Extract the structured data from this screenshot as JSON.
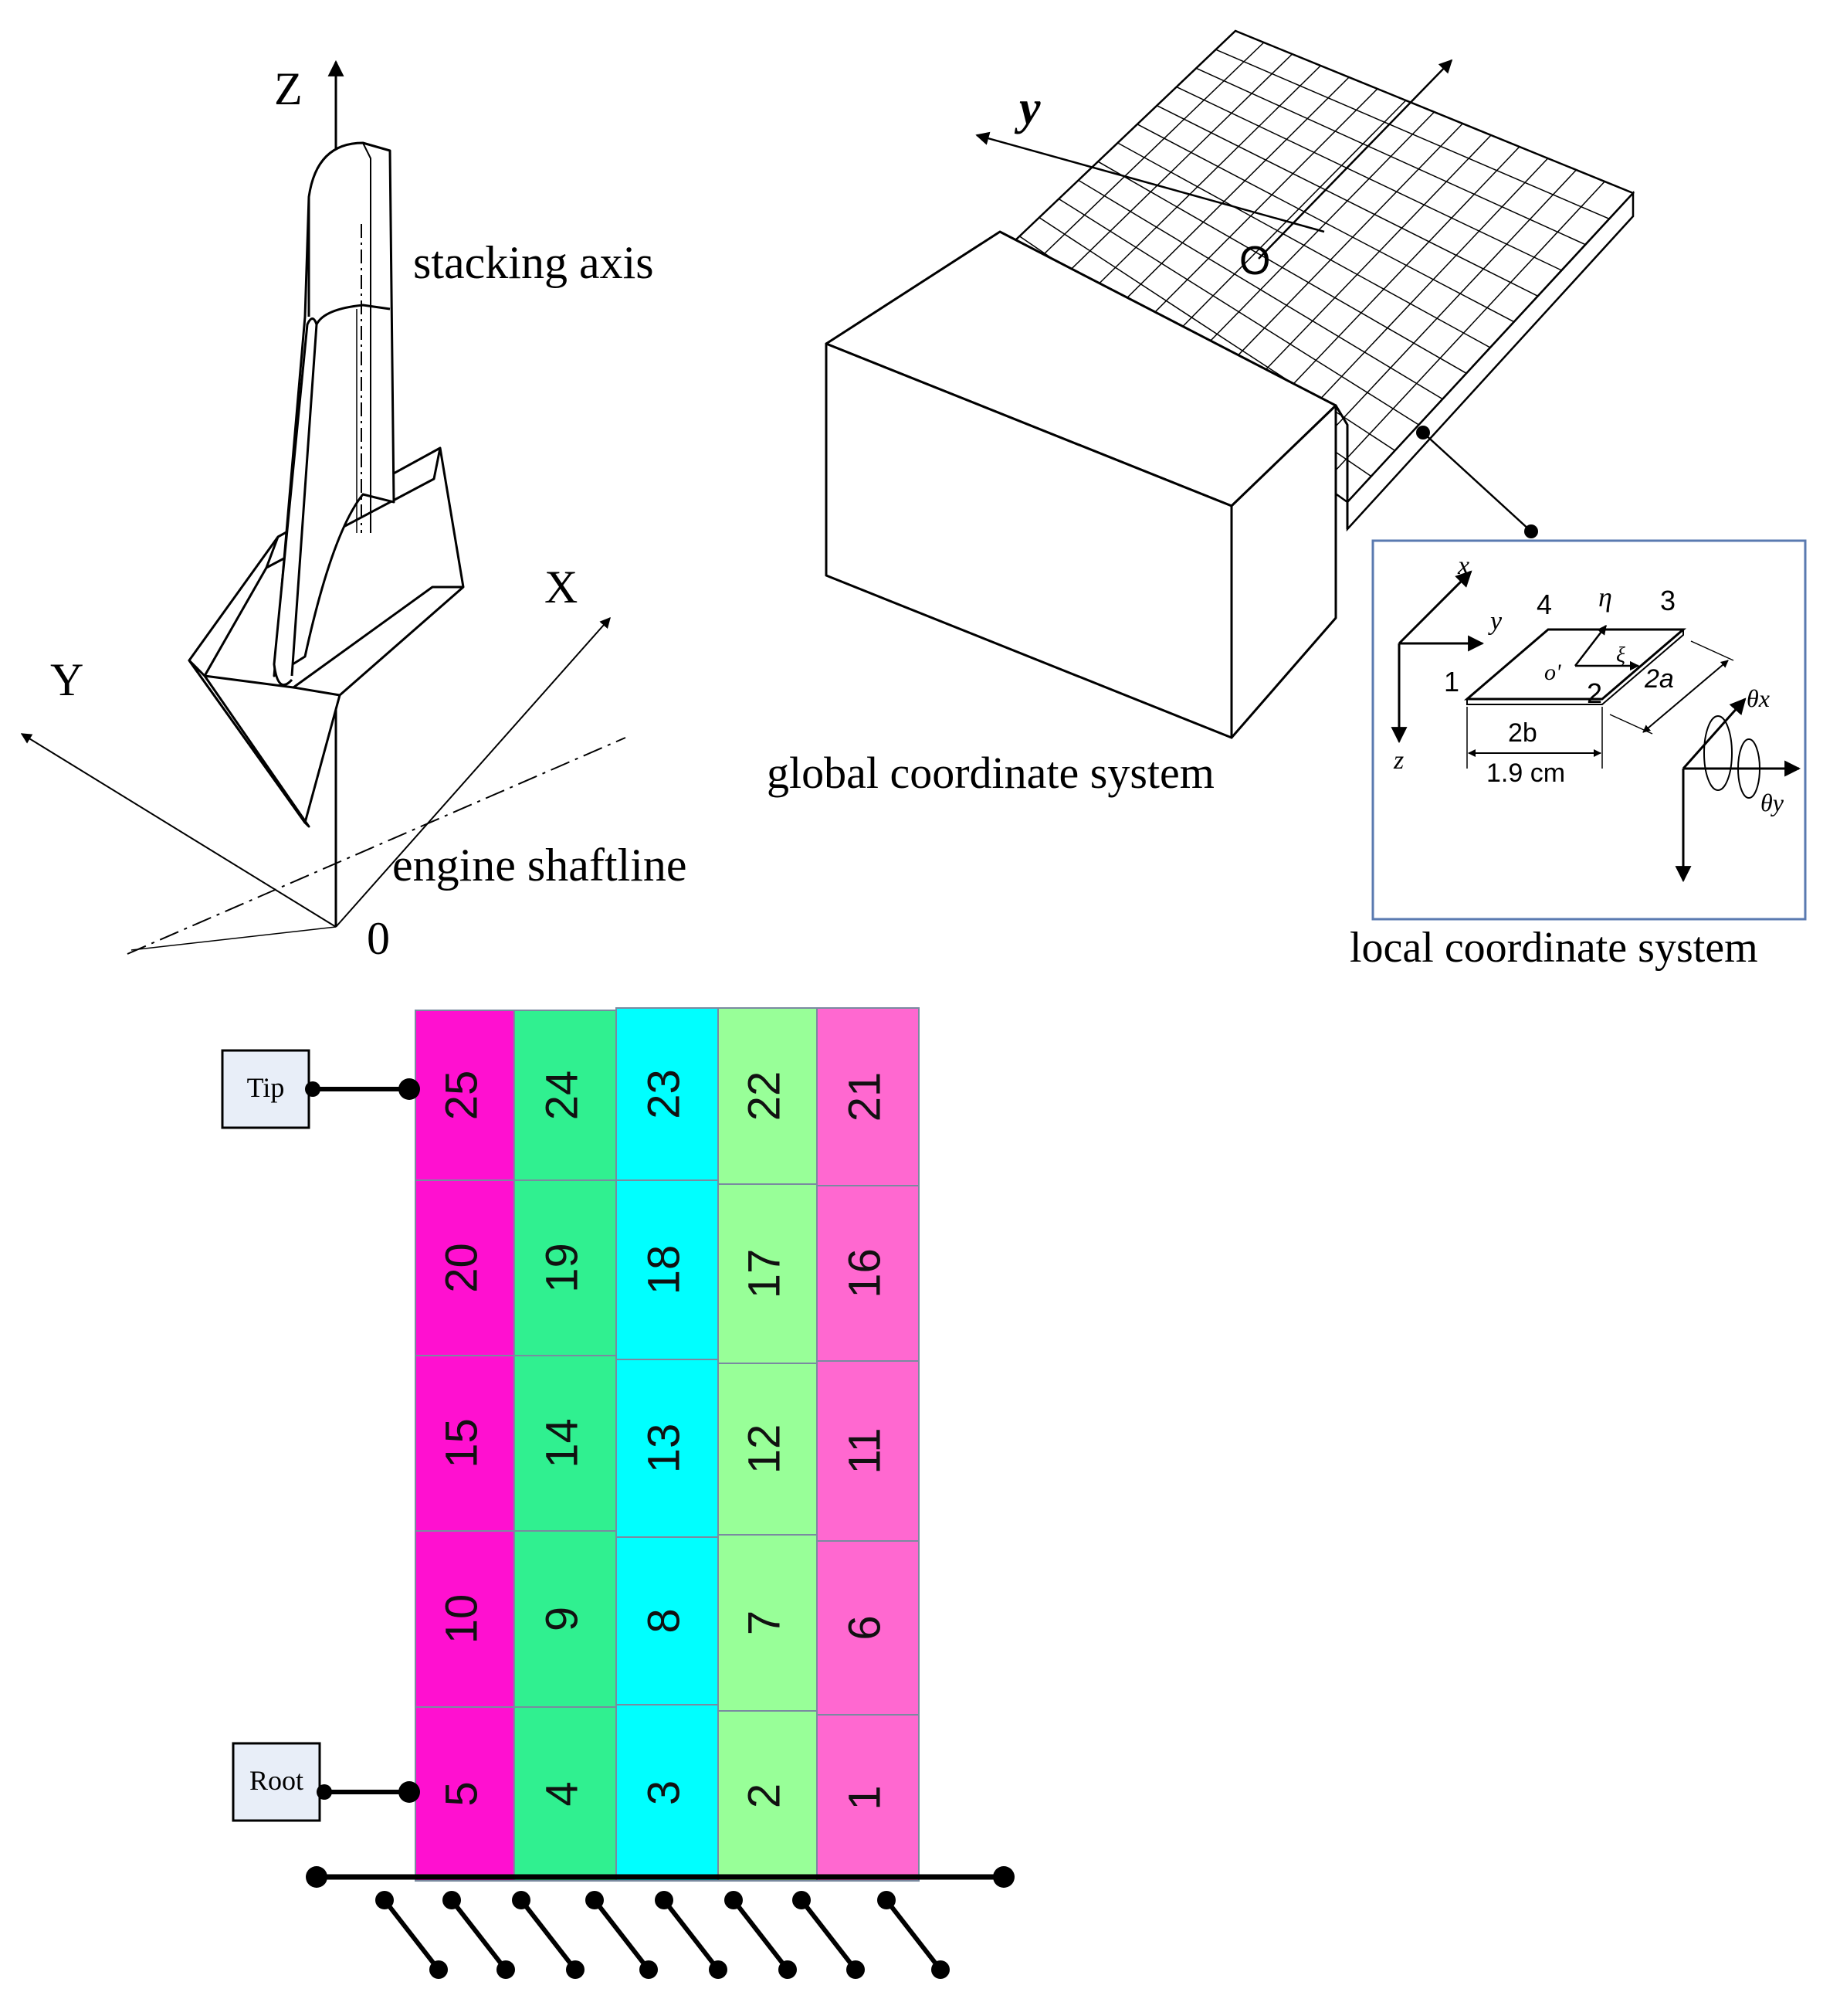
{
  "blade_panel": {
    "axis_z": "Z",
    "axis_x": "X",
    "axis_y": "Y",
    "origin": "0",
    "stacking_axis": "stacking axis",
    "engine_shaftline": "engine shaftline"
  },
  "plate_panel": {
    "axis_y": "y",
    "origin": "O",
    "global_caption": "global coordinate system",
    "local_caption": "local coordinate system",
    "inset": {
      "x": "x",
      "y": "y",
      "z": "z",
      "node_1": "1",
      "node_2": "2",
      "node_3": "3",
      "node_4": "4",
      "eta": "η",
      "xi": "ξ",
      "o_prime": "o'",
      "two_a": "2a",
      "two_b": "2b",
      "width_value": "1.9 cm",
      "theta_x": "θx",
      "theta_y": "θy"
    }
  },
  "patch_grid": {
    "tip_label": "Tip",
    "root_label": "Root",
    "column_colors": [
      "#ff10d0",
      "#30f090",
      "#00ffff",
      "#98ff98",
      "#ff68d0"
    ],
    "rows": [
      [
        "25",
        "24",
        "23",
        "22",
        "21"
      ],
      [
        "20",
        "19",
        "18",
        "17",
        "16"
      ],
      [
        "15",
        "14",
        "13",
        "12",
        "11"
      ],
      [
        "10",
        "9",
        "8",
        "7",
        "6"
      ],
      [
        "5",
        "4",
        "3",
        "2",
        "1"
      ]
    ]
  }
}
